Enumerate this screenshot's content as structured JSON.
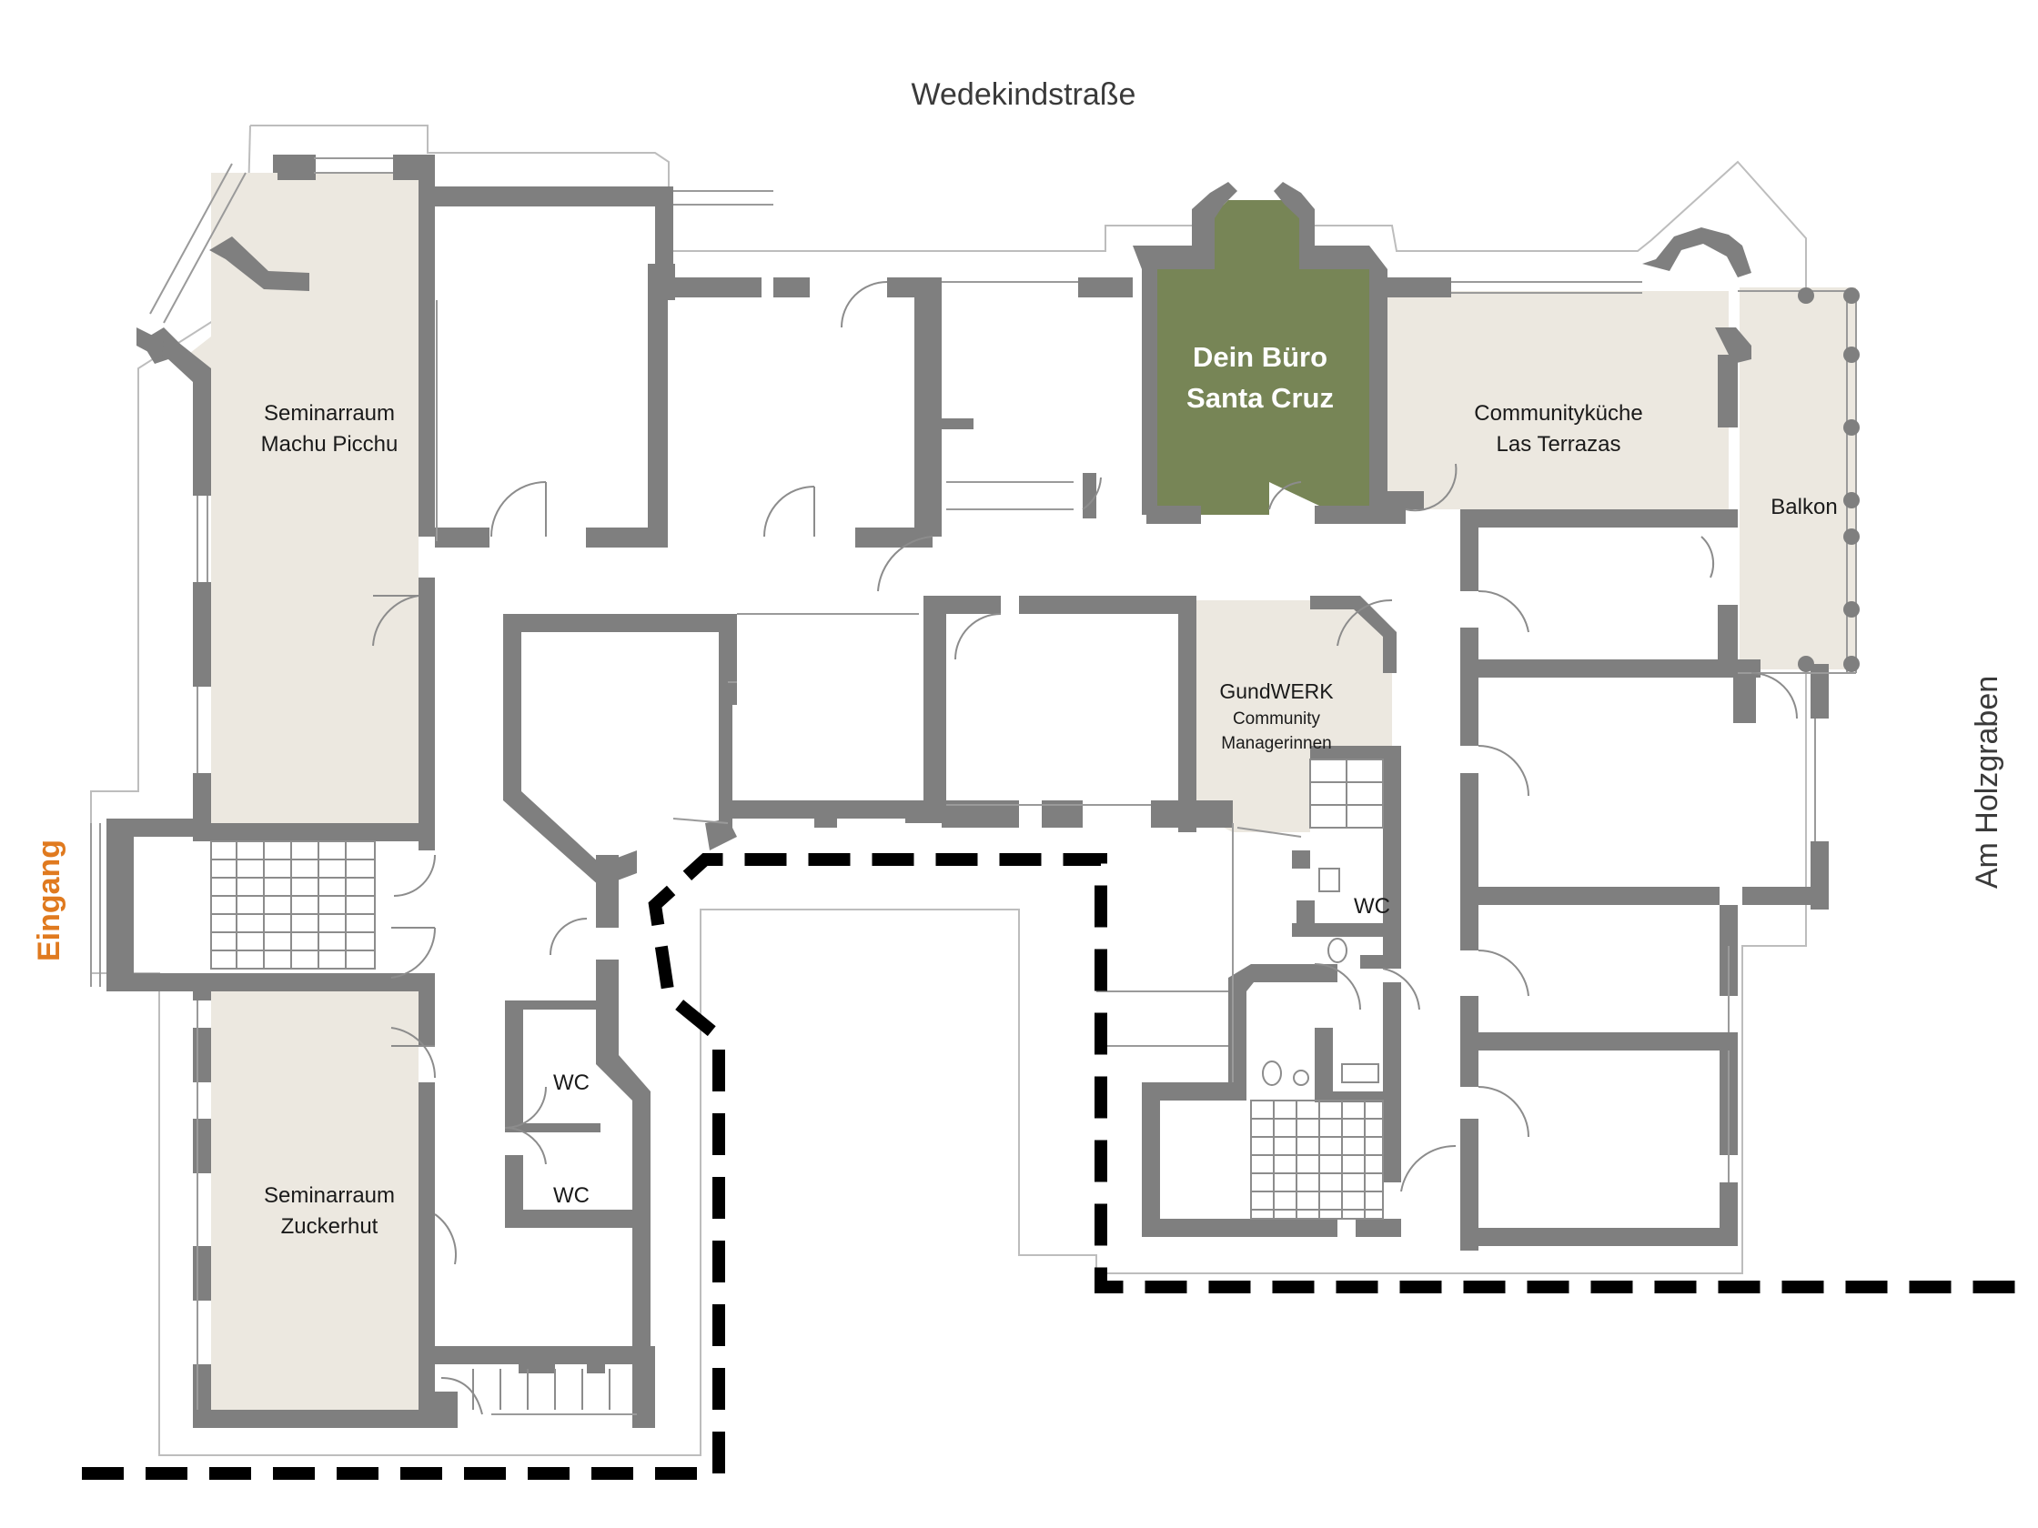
{
  "streets": {
    "north": "Wedekindstraße",
    "east": "Am Holzgraben"
  },
  "entrance": {
    "label": "Eingang",
    "color": "#e07a1f"
  },
  "rooms": {
    "machu_picchu": {
      "line1": "Seminarraum",
      "line2": "Machu Picchu"
    },
    "zuckerhut": {
      "line1": "Seminarraum",
      "line2": "Zuckerhut"
    },
    "santa_cruz": {
      "line1": "Dein Büro",
      "line2": "Santa Cruz"
    },
    "las_terrazas": {
      "line1": "Communityküche",
      "line2": "Las Terrazas"
    },
    "balkon": {
      "label": "Balkon"
    },
    "gundwerk": {
      "line1": "GundWERK",
      "line2": "Community",
      "line3": "Managerinnen"
    },
    "wc_1": "WC",
    "wc_2": "WC",
    "wc_3": "WC"
  },
  "colors": {
    "highlight_office": "#778556",
    "common_rooms": "#ece8e0",
    "walls": "#7f7f7f",
    "boundary": "#000000"
  }
}
